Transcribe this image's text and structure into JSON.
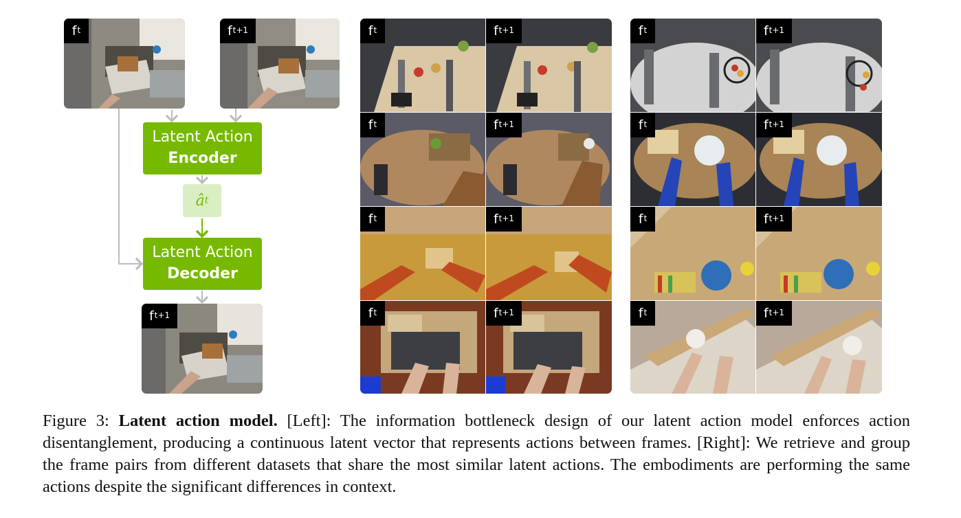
{
  "frame_labels": {
    "base": "f",
    "t": "t",
    "t1": "t+1"
  },
  "diagram": {
    "encoder": {
      "line1": "Latent Action",
      "line2": "Encoder"
    },
    "decoder": {
      "line1": "Latent Action",
      "line2": "Decoder"
    },
    "latent": {
      "symbol": "â",
      "subscript": "t"
    },
    "colors": {
      "block": "#76b900",
      "latent_bg": "#daeec3",
      "arrow": "#bdbdbd",
      "arrow_green": "#76b900"
    }
  },
  "caption": {
    "prefix": "Figure 3: ",
    "title": "Latent action model.",
    "body": " [Left]: The information bottleneck design of our latent action model enforces action disentanglement, producing a continuous latent vector that represents actions between frames. [Right]: We retrieve and group the frame pairs from different datasets that share the most similar latent actions. The embodiments are performing the same actions despite the significant differences in context."
  },
  "grid_scenes": [
    "robot-table-fruit",
    "hand-basket",
    "hands-wood-blocks",
    "hands-sorting-bin",
    "robot-fruit-basket",
    "hands-plate-rack",
    "hands-bowl-sticks",
    "hands-wiping-board"
  ]
}
